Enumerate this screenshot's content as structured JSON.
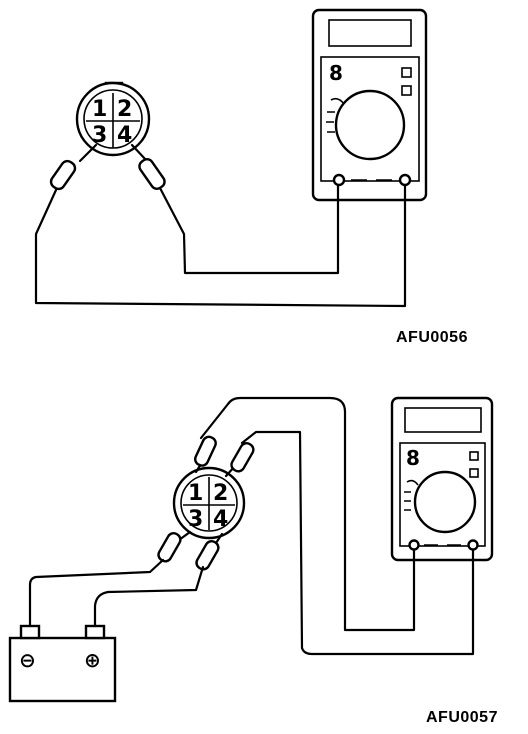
{
  "figure1": {
    "code": "AFU0056",
    "connector_pins": [
      "1",
      "2",
      "3",
      "4"
    ]
  },
  "figure2": {
    "code": "AFU0057",
    "connector_pins": [
      "1",
      "2",
      "3",
      "4"
    ],
    "battery": {
      "negative_symbol": "⊖",
      "positive_symbol": "⊕"
    }
  },
  "colors": {
    "line": "#000000",
    "background": "#ffffff"
  }
}
